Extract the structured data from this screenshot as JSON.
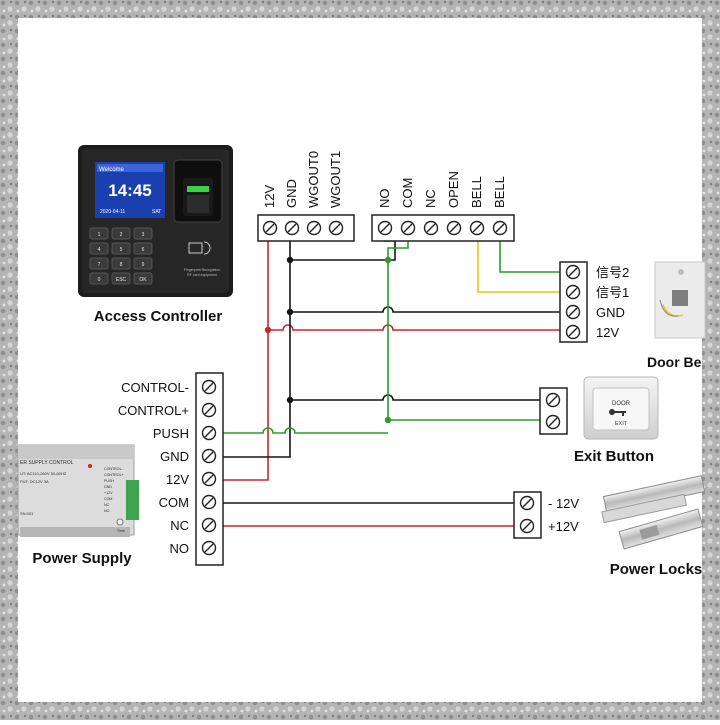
{
  "device_labels": {
    "access_controller": "Access Controller",
    "power_supply": "Power Supply",
    "exit_button": "Exit Button",
    "power_locks": "Power Locks",
    "door_bell": "Door Be"
  },
  "controller_screen": {
    "welcome": "Welcome",
    "time": "14:45",
    "date": "2020-04-11",
    "day": "SAT",
    "keypad": [
      "1",
      "2",
      "3",
      "4",
      "5",
      "6",
      "7",
      "8",
      "9",
      "0",
      "ESC",
      "OK"
    ],
    "reader_text_1": "Fingerprint Recognition",
    "reader_text_2": "RF card equipment"
  },
  "controller_terminals_left": [
    "12V",
    "GND",
    "WGOUT0",
    "WGOUT1"
  ],
  "controller_terminals_right": [
    "NO",
    "COM",
    "NC",
    "OPEN",
    "BELL",
    "BELL"
  ],
  "power_terminals": [
    "CONTROL-",
    "CONTROL+",
    "PUSH",
    "GND",
    "12V",
    "COM",
    "NC",
    "NO"
  ],
  "doorbell_terminals": [
    "信号2",
    "信号1",
    "GND",
    "12V"
  ],
  "lock_terminals": [
    "- 12V",
    "+12V"
  ],
  "power_supply_box": {
    "title": "ER SUPPLY CONTROL",
    "spec": "UT: AC110-260V 50-60HZ",
    "spec2": "PUT: DC12V 3A",
    "model": "SN:001",
    "side_labels": [
      "CONTROL-",
      "CONTROL+",
      "PUSH",
      "GND",
      "+12V",
      "COM",
      "NC",
      "NO"
    ],
    "time_label": "Time"
  },
  "exit_button_face": {
    "top": "DOOR",
    "bottom": "EXIT"
  },
  "colors": {
    "red": "#c8282a",
    "black": "#151515",
    "green": "#2a9d2a",
    "yellow": "#e6c619",
    "frame": "#a7a7a7"
  }
}
